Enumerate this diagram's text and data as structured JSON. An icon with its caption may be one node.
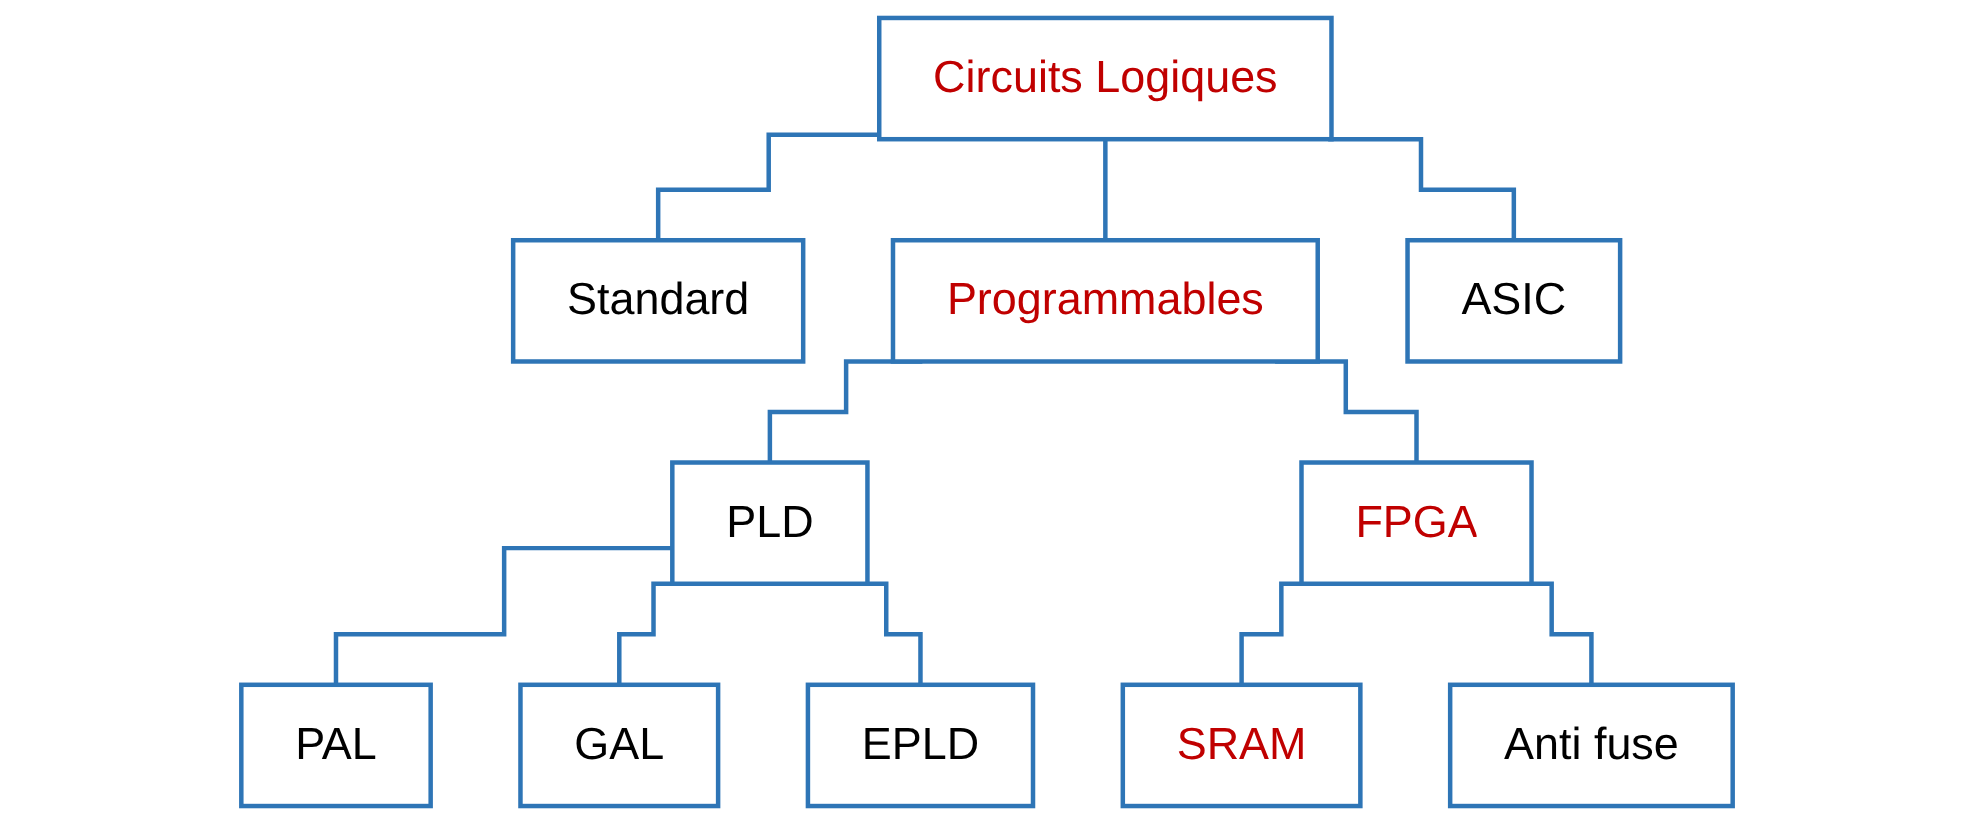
{
  "diagram": {
    "nodes": [
      {
        "text": [
          "Circuits Logiques"
        ]
      },
      {
        "text": [
          "Standard"
        ]
      },
      {
        "text": [
          "Programmables"
        ]
      },
      {
        "text": [
          "ASIC"
        ]
      },
      {
        "text": [
          "PLD"
        ]
      },
      {
        "text": [
          "FPGA"
        ]
      },
      {
        "text": [
          "PAL"
        ]
      },
      {
        "text": [
          "GAL"
        ]
      },
      {
        "text": [
          "EPLD"
        ]
      },
      {
        "text": [
          "SRAM"
        ]
      },
      {
        "text": [
          "Anti fuse"
        ]
      }
    ],
    "edges": [
      {
        "from": 0,
        "to": 1,
        "arrow": "none"
      },
      {
        "from": 0,
        "to": 2,
        "arrow": "none"
      },
      {
        "from": 0,
        "to": 3,
        "arrow": "none"
      },
      {
        "from": 2,
        "to": 4,
        "arrow": "none"
      },
      {
        "from": 2,
        "to": 5,
        "arrow": "none"
      },
      {
        "from": 4,
        "to": 6,
        "arrow": "none"
      },
      {
        "from": 4,
        "to": 7,
        "arrow": "none"
      },
      {
        "from": 4,
        "to": 8,
        "arrow": "none"
      },
      {
        "from": 5,
        "to": 9,
        "arrow": "none"
      },
      {
        "from": 5,
        "to": 10,
        "arrow": "none"
      }
    ]
  }
}
